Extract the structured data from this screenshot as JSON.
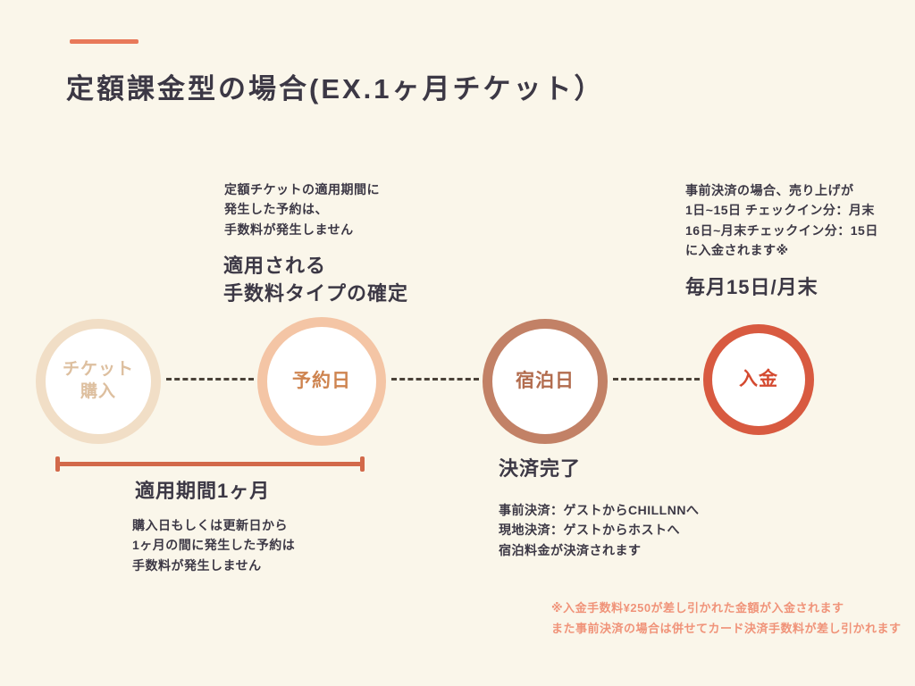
{
  "colors": {
    "background": "#FAF6EA",
    "title_text": "#3C3845",
    "body_text": "#3C3845",
    "accent_bar": "#E8795A",
    "bracket": "#D2694A",
    "connector": "#4A4239",
    "footnote_text": "#F09379"
  },
  "header": {
    "title": "定額課金型の場合(EX.1ヶ月チケット）"
  },
  "timeline": {
    "nodes": [
      {
        "id": "ticket-purchase",
        "label": "チケット\n購入",
        "border_color": "#F1DEC6",
        "text_color": "#DDBF9F"
      },
      {
        "id": "reservation-date",
        "label": "予約日",
        "border_color": "#F4C5A5",
        "text_color": "#CE8450"
      },
      {
        "id": "stay-date",
        "label": "宿泊日",
        "border_color": "#C28166",
        "text_color": "#B26C4E"
      },
      {
        "id": "deposit",
        "label": "入金",
        "border_color": "#D85A40",
        "text_color": "#D44A30"
      }
    ]
  },
  "annotations": {
    "reservation_note": "定額チケットの適用期間に\n発生した予約は、\n手数料が発生しません",
    "reservation_heading": "適用される\n手数料タイプの確定",
    "payment_note": "事前決済の場合、売り上げが\n1日~15日 チェックイン分：月末\n16日~月末チェックイン分：15日\nに入金されます※",
    "payment_heading": "毎月15日/月末",
    "period_heading": "適用期間1ヶ月",
    "period_note": "購入日もしくは更新日から\n1ヶ月の間に発生した予約は\n手数料が発生しません",
    "settlement_heading": "決済完了",
    "settlement_note": "事前決済：ゲストからCHILLNNへ\n現地決済：ゲストからホストへ\n宿泊料金が決済されます",
    "footnote": "※入金手数料¥250が差し引かれた金額が入金されます\nまた事前決済の場合は併せてカード決済手数料が差し引かれます"
  }
}
